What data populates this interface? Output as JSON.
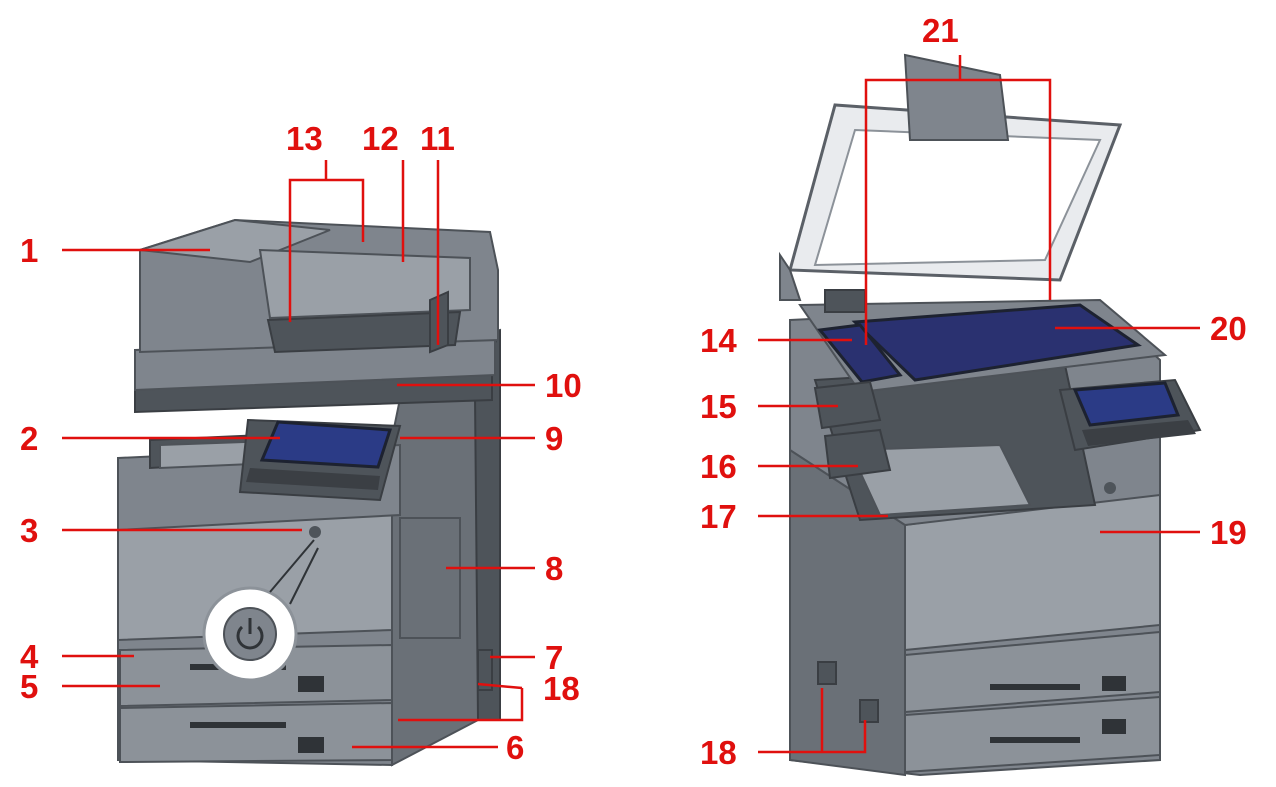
{
  "diagram": {
    "colors": {
      "label": "#e0100e",
      "body": "#7f858d",
      "screen": "#2b3b86"
    },
    "callouts": [
      {
        "id": "c1",
        "text": "1"
      },
      {
        "id": "c2",
        "text": "2"
      },
      {
        "id": "c3",
        "text": "3"
      },
      {
        "id": "c4",
        "text": "4"
      },
      {
        "id": "c5",
        "text": "5"
      },
      {
        "id": "c6",
        "text": "6"
      },
      {
        "id": "c7",
        "text": "7"
      },
      {
        "id": "c8",
        "text": "8"
      },
      {
        "id": "c9",
        "text": "9"
      },
      {
        "id": "c10",
        "text": "10"
      },
      {
        "id": "c11",
        "text": "11"
      },
      {
        "id": "c12",
        "text": "12"
      },
      {
        "id": "c13",
        "text": "13"
      },
      {
        "id": "c14",
        "text": "14"
      },
      {
        "id": "c15",
        "text": "15"
      },
      {
        "id": "c16",
        "text": "16"
      },
      {
        "id": "c17",
        "text": "17"
      },
      {
        "id": "c18a",
        "text": "18"
      },
      {
        "id": "c18b",
        "text": "18"
      },
      {
        "id": "c19",
        "text": "19"
      },
      {
        "id": "c20",
        "text": "20"
      },
      {
        "id": "c21",
        "text": "21"
      }
    ]
  }
}
